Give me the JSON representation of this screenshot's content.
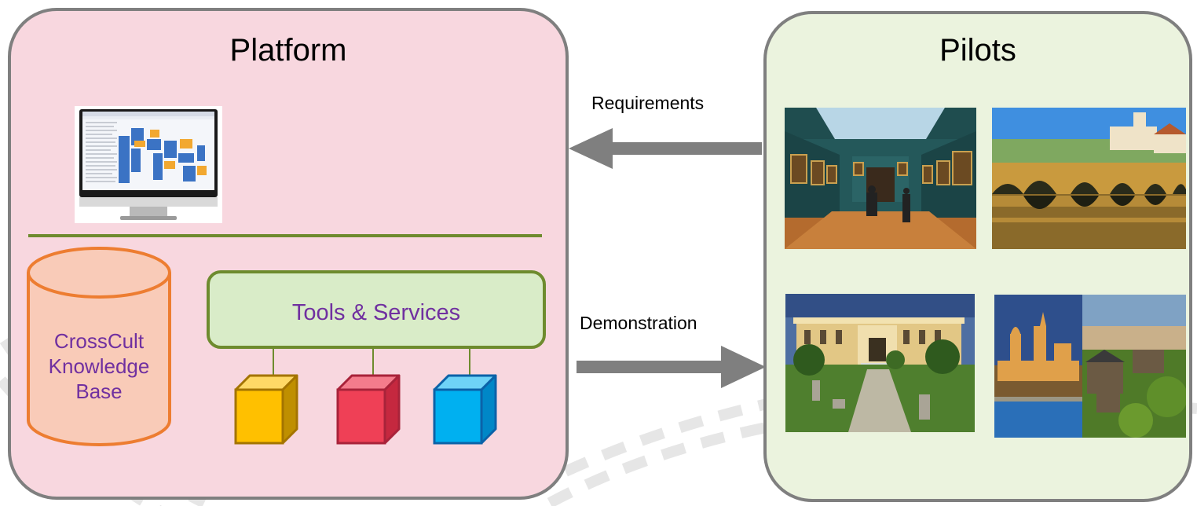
{
  "platform": {
    "title": "Platform",
    "knowledge_base_lines": [
      "CrossCult",
      "Knowledge",
      "Base"
    ],
    "tools_label": "Tools & Services"
  },
  "pilots": {
    "title": "Pilots"
  },
  "arrows": {
    "requirements": "Requirements",
    "demonstration": "Demonstration"
  },
  "colors": {
    "platform_fill": "#f8d7df",
    "pilots_fill": "#ebf3de",
    "panel_border": "#7f7f7f",
    "divider": "#6e8b2e",
    "label_purple": "#7030a0",
    "cylinder_fill": "#f9cbb8",
    "cylinder_border": "#ed7d31",
    "tools_fill": "#d9ecc8",
    "arrow": "#7f7f7f",
    "cube_orange": "#ffc000",
    "cube_red": "#ef4056",
    "cube_blue": "#00b0f0"
  },
  "icons": {
    "screen": "desktop-monitor-icon",
    "cubes": [
      "orange-cube-icon",
      "red-cube-icon",
      "blue-cube-icon"
    ]
  },
  "photos": [
    "museum-gallery-photo",
    "stone-bridge-photo",
    "museum-building-photo",
    "malta-luxembourg-photo"
  ]
}
